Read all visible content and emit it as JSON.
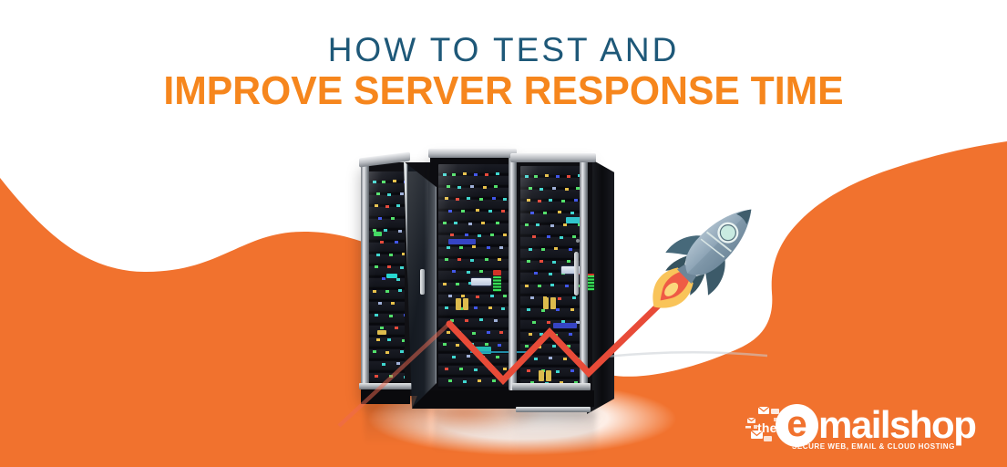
{
  "header": {
    "title_line1": "HOW TO TEST AND",
    "title_line2": "IMPROVE SERVER RESPONSE TIME"
  },
  "branding": {
    "prefix": "the",
    "mark": "e",
    "name_rest": "mailshop",
    "tagline": "SECURE WEB, EMAIL & CLOUD HOSTING"
  },
  "icons": {
    "rocket": "rocket-icon",
    "envelope_cluster": "envelope-cluster-icon",
    "growth_line": "growth-zigzag-line",
    "server_racks": "server-racks-illustration"
  },
  "colors": {
    "background_wave": "#f1722e",
    "title_primary_orange": "#f6861d",
    "title_navy": "#1e5878",
    "growth_line_red": "#e84b38",
    "logo_text": "#ffffff",
    "rocket_body": "#8ba2b4",
    "rocket_fin": "#47697a",
    "flame_yellow": "#f9c45a",
    "flame_red": "#ef5b45"
  }
}
